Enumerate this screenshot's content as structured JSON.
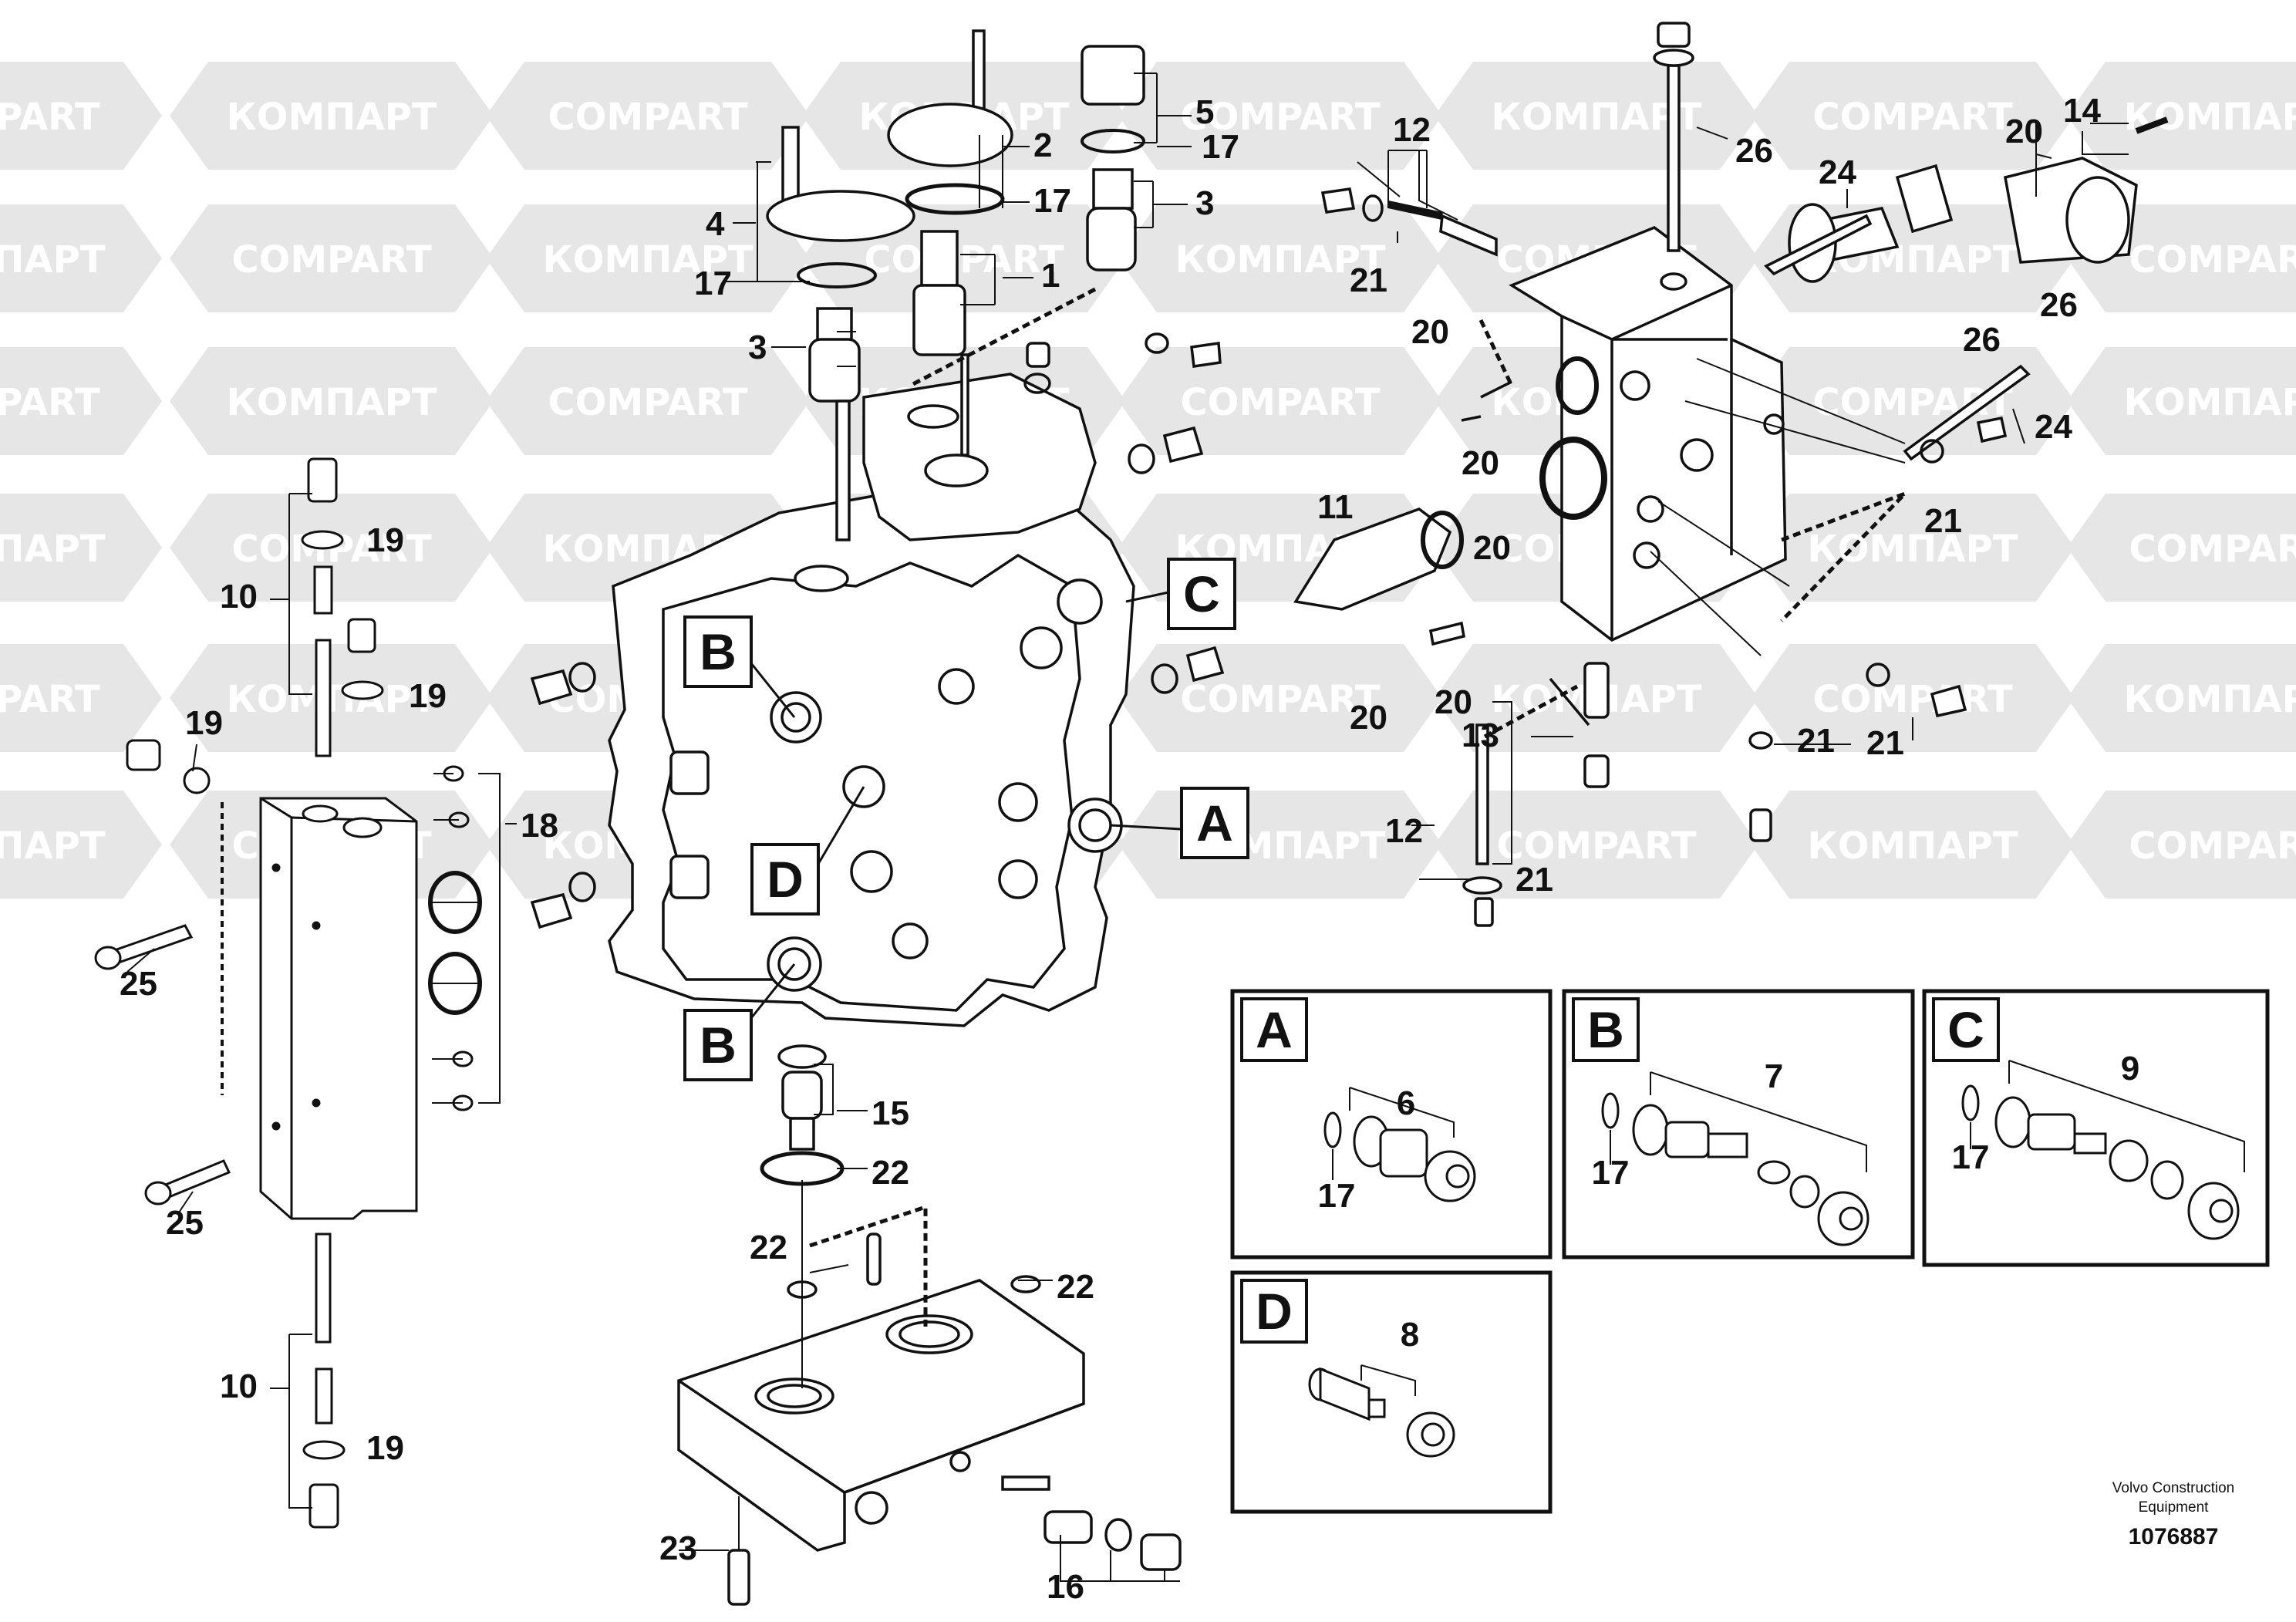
{
  "watermark": {
    "brand_latin": "COMPART",
    "brand_cyrillic": "КОМПАРТ"
  },
  "detail_boxes": [
    {
      "letter": "A",
      "part": "6",
      "seal": "17"
    },
    {
      "letter": "B",
      "part": "7",
      "seal": "17"
    },
    {
      "letter": "C",
      "part": "9",
      "seal": "17"
    },
    {
      "letter": "D",
      "part": "8"
    }
  ],
  "view_letters": {
    "b_upper": "B",
    "b_lower": "B",
    "c": "C",
    "a": "A",
    "d": "D"
  },
  "callouts": {
    "n1": "1",
    "n2": "2",
    "n3_upper": "3",
    "n3_left": "3",
    "n4": "4",
    "n5": "5",
    "n17_a": "17",
    "n17_b": "17",
    "n17_c": "17",
    "n10_upper": "10",
    "n10_lower": "10",
    "n19_a": "19",
    "n19_b": "19",
    "n19_c": "19",
    "n19_d": "19",
    "n18": "18",
    "n25_a": "25",
    "n25_b": "25",
    "n15": "15",
    "n22_a": "22",
    "n22_b": "22",
    "n22_c": "22",
    "n23": "23",
    "n16": "16",
    "n12_upper": "12",
    "n12_lower": "12",
    "n13": "13",
    "n11": "11",
    "n20_a": "20",
    "n20_b": "20",
    "n20_c": "20",
    "n20_d": "20",
    "n20_e": "20",
    "n20_f": "20",
    "n21_a": "21",
    "n21_b": "21",
    "n21_c": "21",
    "n21_d": "21",
    "n21_e": "21",
    "n24_a": "24",
    "n24_b": "24",
    "n26_a": "26",
    "n26_b": "26",
    "n26_c": "26",
    "n14": "14"
  },
  "caption": {
    "line1": "Volvo Construction",
    "line2": "Equipment",
    "doc_number": "1076887"
  },
  "colors": {
    "watermark": "#e6e6e6",
    "ink": "#111111"
  }
}
